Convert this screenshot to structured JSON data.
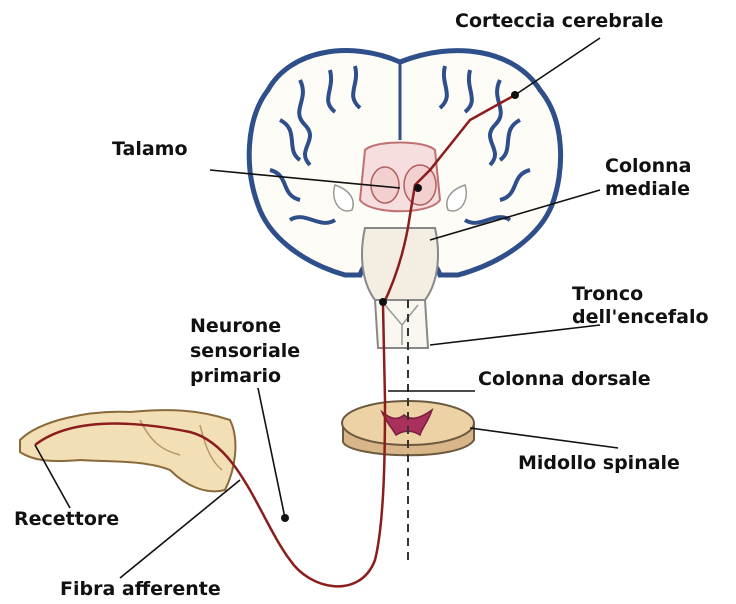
{
  "labels": {
    "corteccia": "Corteccia cerebrale",
    "talamo": "Talamo",
    "colonna_mediale_1": "Colonna",
    "colonna_mediale_2": "mediale",
    "tronco_1": "Tronco",
    "tronco_2": "dell'encefalo",
    "neurone_1": "Neurone",
    "neurone_2": "sensoriale",
    "neurone_3": "primario",
    "colonna_dorsale": "Colonna dorsale",
    "midollo": "Midollo spinale",
    "recettore": "Recettore",
    "fibra": "Fibra afferente"
  },
  "colors": {
    "cortex": "#2f4f8a",
    "pathway": "#8b1d1d",
    "leader": "#111111",
    "skin": "#f3dfb6",
    "cord": "#e8c99a"
  }
}
